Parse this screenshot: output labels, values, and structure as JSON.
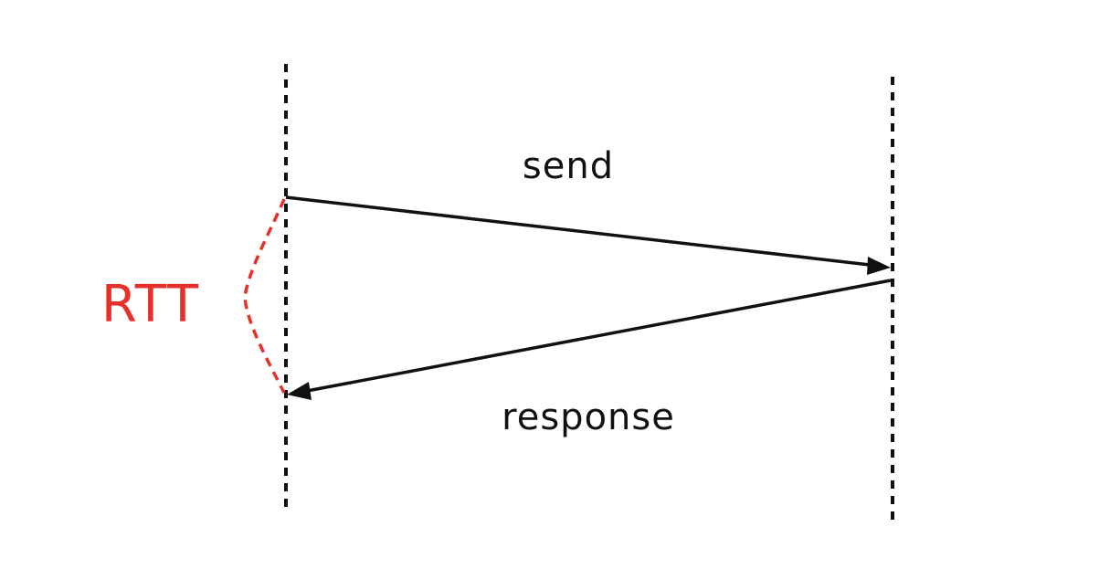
{
  "labels": {
    "send": "send",
    "response": "response",
    "rtt": "RTT"
  },
  "colors": {
    "line": "#111111",
    "rtt": "#e8302a"
  }
}
